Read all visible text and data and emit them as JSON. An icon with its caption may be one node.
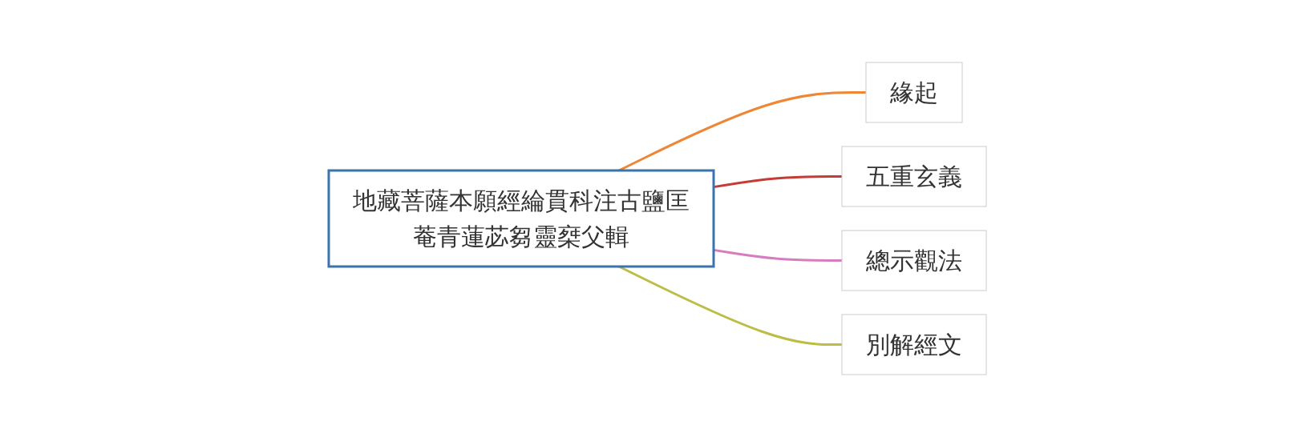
{
  "diagram": {
    "nodes": [
      {
        "text": [
          "地藏菩薩本願經綸貫科注古鹽匡菴青蓮苾芻靈椉父輯"
        ]
      },
      {
        "text": [
          "緣起"
        ]
      },
      {
        "text": [
          "五重玄義"
        ]
      },
      {
        "text": [
          "總示觀法"
        ]
      },
      {
        "text": [
          "別解經文"
        ]
      }
    ],
    "edges": [
      {
        "from": 0,
        "to": 1,
        "arrow": "none",
        "color": "#ef8636"
      },
      {
        "from": 0,
        "to": 2,
        "arrow": "none",
        "color": "#c53b35"
      },
      {
        "from": 0,
        "to": 3,
        "arrow": "none",
        "color": "#d57dbf"
      },
      {
        "from": 0,
        "to": 4,
        "arrow": "none",
        "color": "#bcbd45"
      }
    ]
  }
}
